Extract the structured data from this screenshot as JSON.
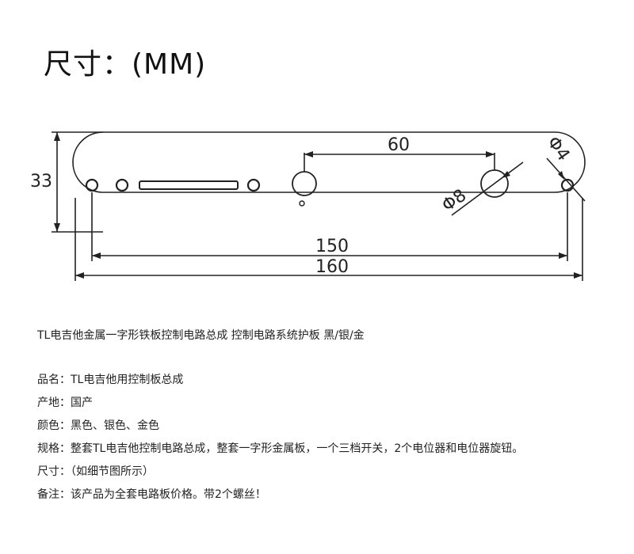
{
  "title": "尺寸：(MM)",
  "diagram": {
    "dimensions": {
      "height": "33",
      "hole_spacing": "60",
      "hole_large": "Φ8",
      "hole_small": "Φ4",
      "inner_length": "150",
      "total_length": "160"
    }
  },
  "description": "TL电吉他金属一字形铁板控制电路总成 控制电路系统护板 黑/银/金",
  "info": [
    "品名：TL电吉他用控制板总成",
    "产地：国产",
    "颜色：黑色、银色、金色",
    "规格：整套TL电吉他控制电路总成，整套一字形金属板，一个三档开关，2个电位器和电位器旋钮。",
    "尺寸：（如细节图所示）",
    "备注：该产品为全套电路板价格。带2个螺丝！"
  ]
}
